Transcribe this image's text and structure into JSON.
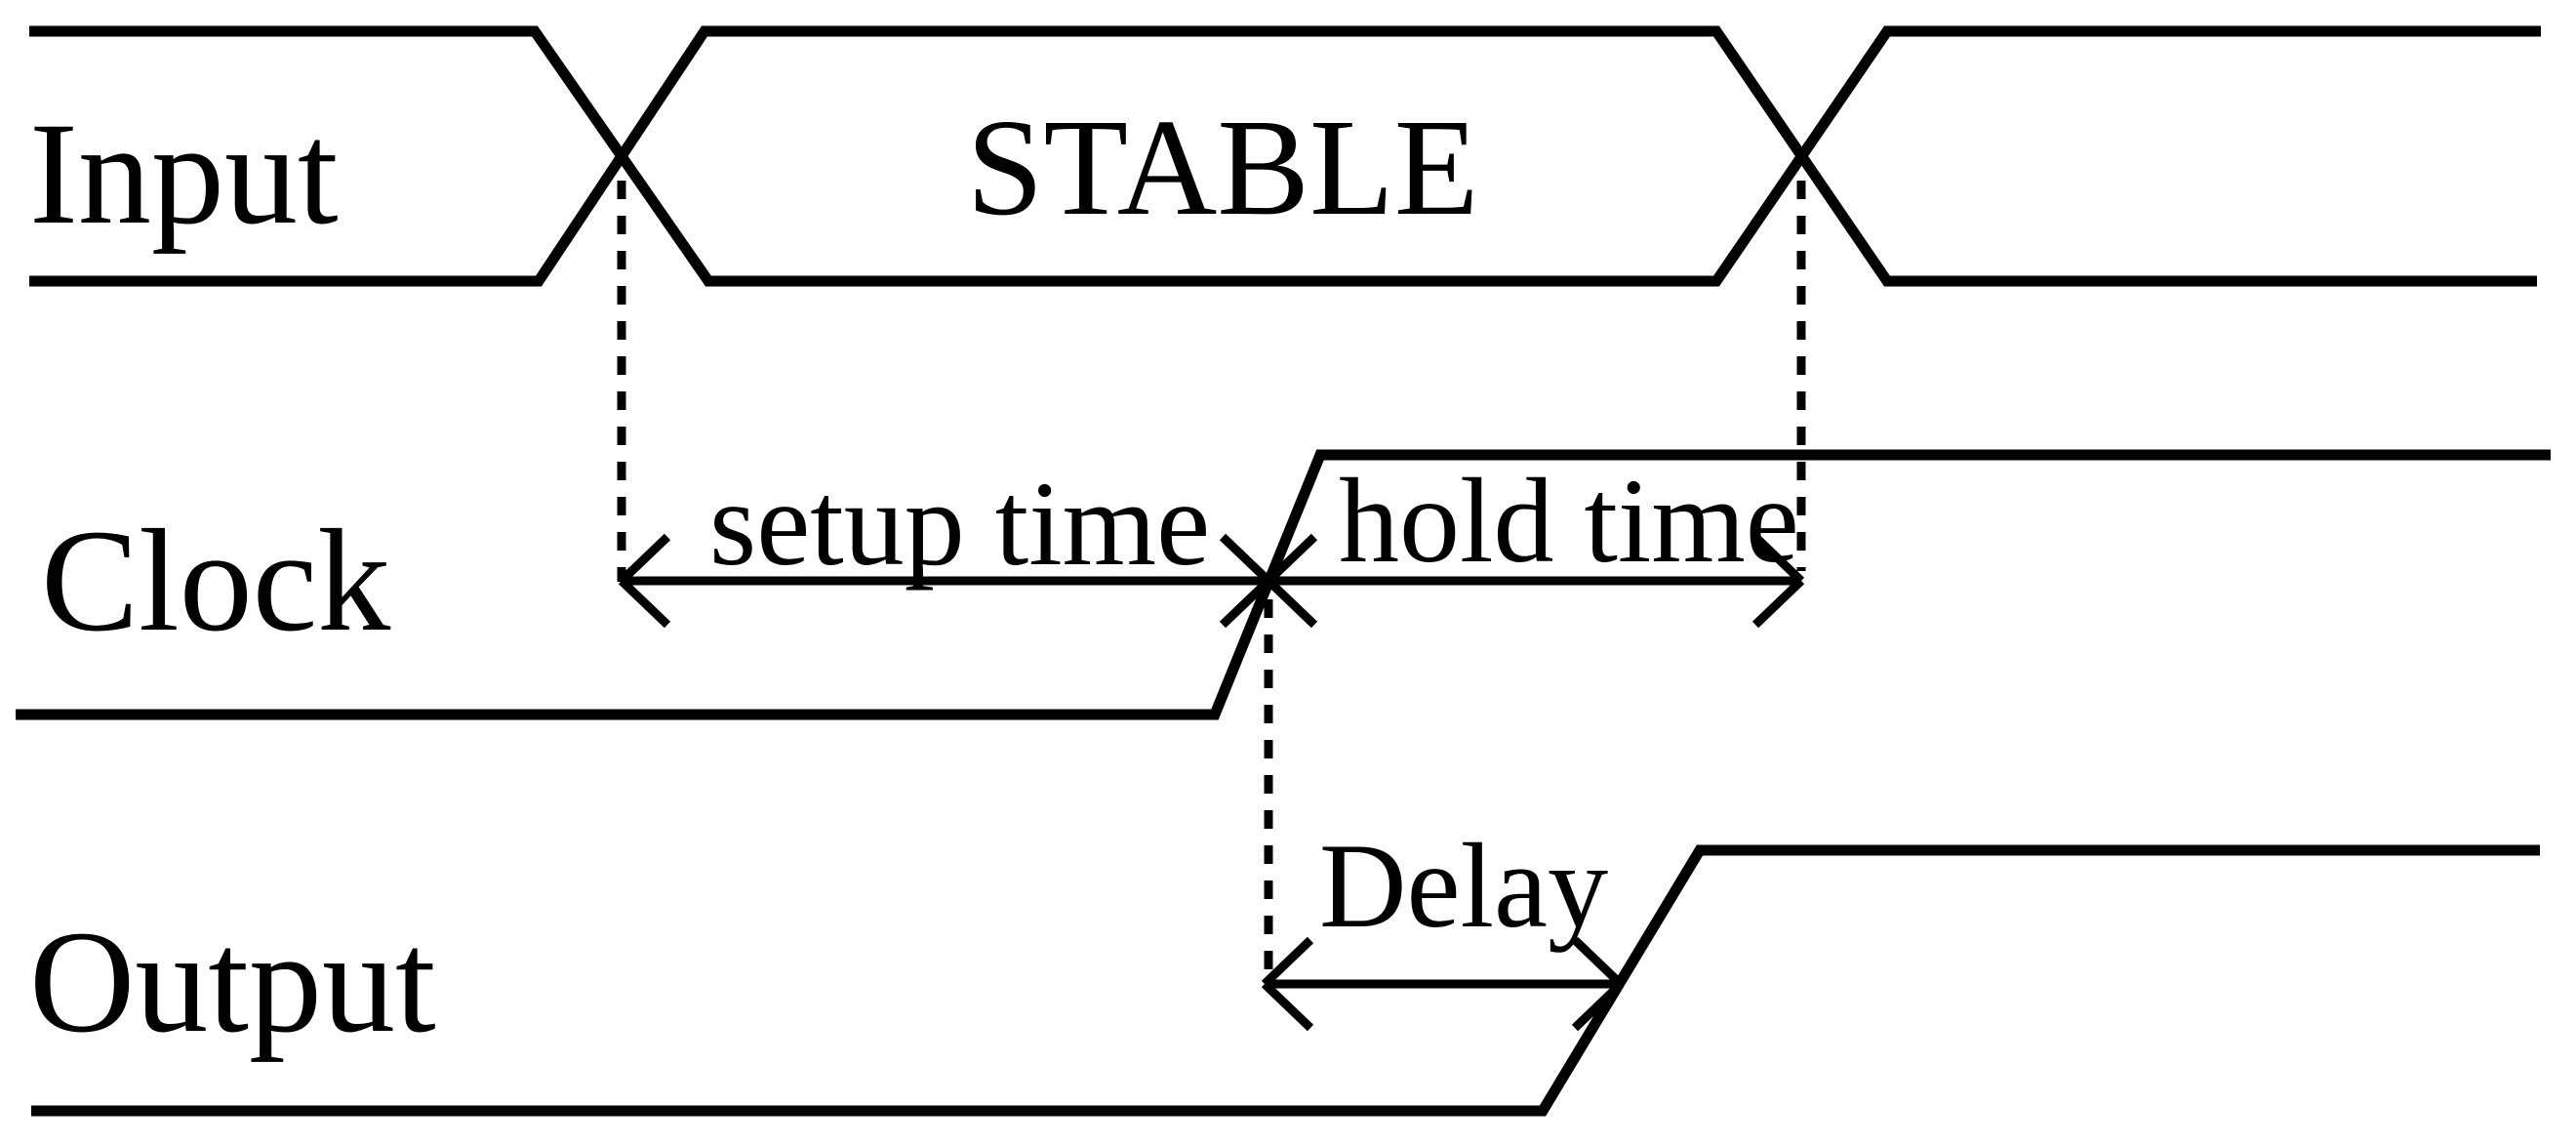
{
  "colors": {
    "ink": "#000000",
    "background": "#ffffff"
  },
  "diagram": {
    "kind": "digital-timing-diagram",
    "signals": [
      {
        "label": "Input",
        "waveform": "bus with crossover transitions before and after the clock edge",
        "bus_value": "STABLE"
      },
      {
        "label": "Clock",
        "waveform": "low, then rising edge, then high"
      },
      {
        "label": "Output",
        "waveform": "low, then rising edge, then high"
      }
    ],
    "annotations": [
      {
        "label": "setup time",
        "from": "input data transition",
        "to": "clock rising edge"
      },
      {
        "label": "hold time",
        "from": "clock rising edge",
        "to": "input data transition"
      },
      {
        "label": "Delay",
        "from": "clock rising edge",
        "to": "output transition"
      }
    ]
  }
}
